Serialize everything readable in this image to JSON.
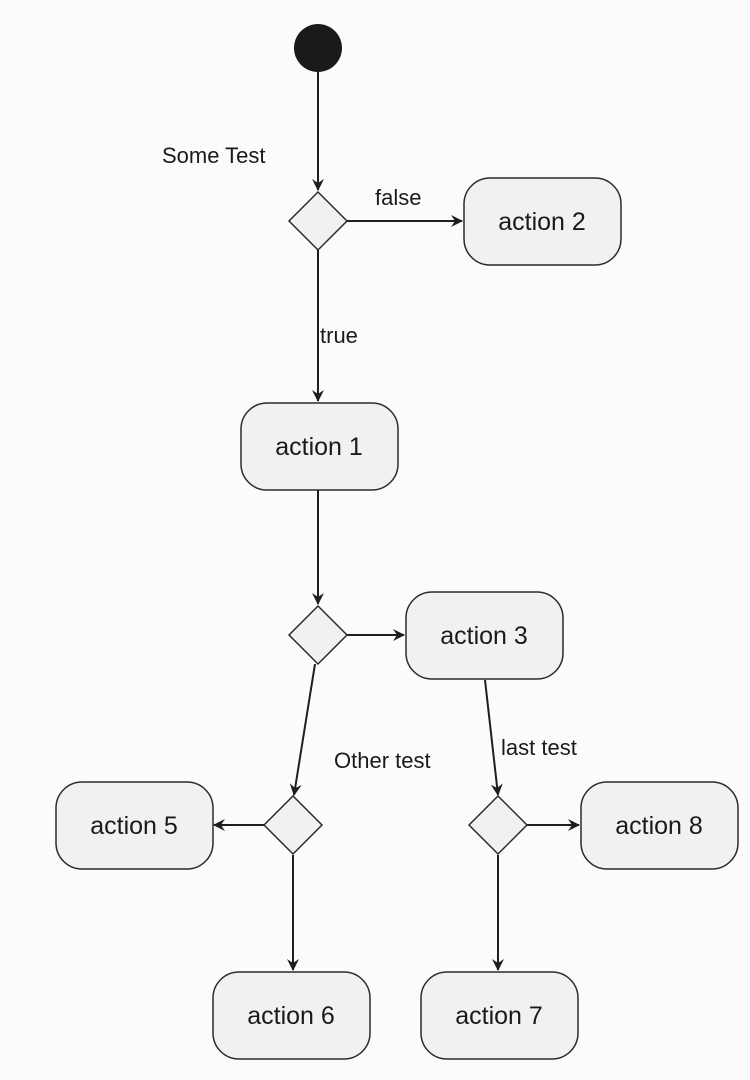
{
  "colors": {
    "background": "#fbfbfd",
    "node_fill": "#f1f1f3",
    "node_stroke": "#2b2b2b",
    "edge": "#1e1e1e",
    "start": "#1a1a1a",
    "text": "#1a1a1a"
  },
  "diagram": {
    "nodes": {
      "start": "",
      "decision_1": "",
      "decision_2": "",
      "decision_3": "",
      "decision_4": "",
      "action_1": "action 1",
      "action_2": "action 2",
      "action_3": "action 3",
      "action_5": "action 5",
      "action_6": "action 6",
      "action_7": "action 7",
      "action_8": "action 8"
    },
    "labels": {
      "some_test": "Some Test",
      "false": "false",
      "true": "true",
      "other_test": "Other test",
      "last_test": "last test"
    },
    "edges": [
      {
        "from": "start",
        "to": "decision_1"
      },
      {
        "from": "decision_1",
        "to": "action_2",
        "label": "false"
      },
      {
        "from": "decision_1",
        "to": "action_1",
        "label": "true"
      },
      {
        "from": "action_1",
        "to": "decision_2"
      },
      {
        "from": "decision_2",
        "to": "action_3"
      },
      {
        "from": "decision_2",
        "to": "decision_3"
      },
      {
        "from": "decision_3",
        "to": "action_5"
      },
      {
        "from": "decision_3",
        "to": "action_6"
      },
      {
        "from": "action_3",
        "to": "decision_4"
      },
      {
        "from": "decision_4",
        "to": "action_8"
      },
      {
        "from": "decision_4",
        "to": "action_7"
      }
    ]
  }
}
